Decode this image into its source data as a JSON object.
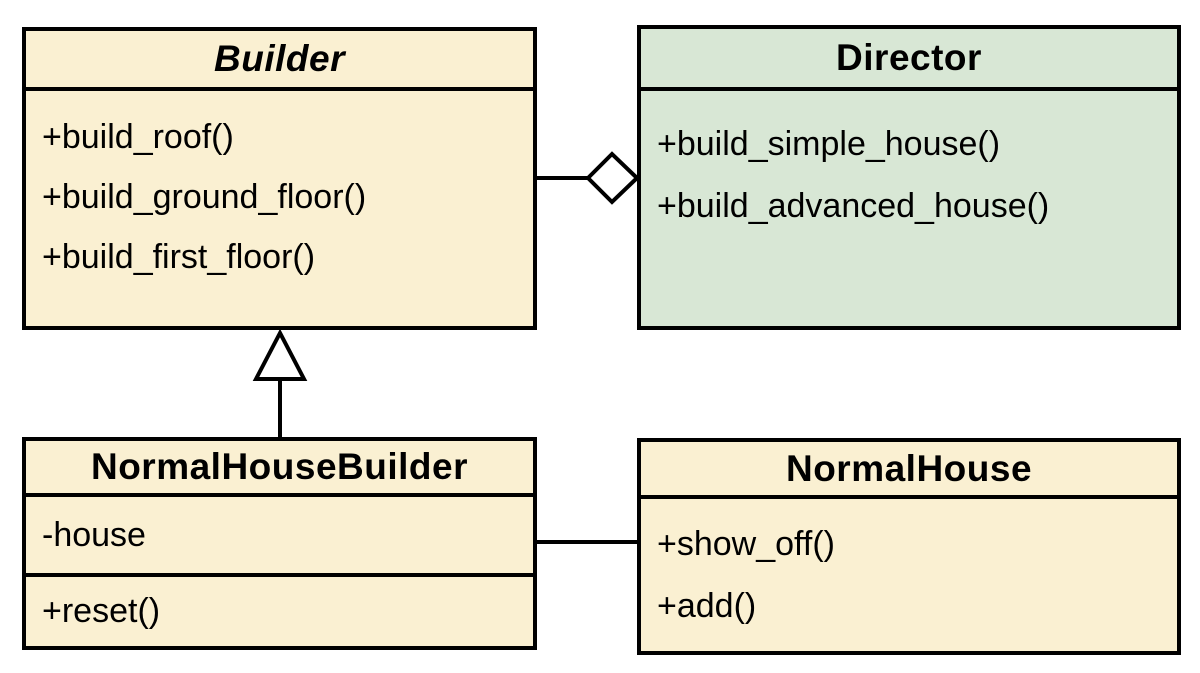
{
  "diagram": {
    "kind": "uml-class-diagram",
    "pattern": "Builder",
    "colors": {
      "stroke": "#000000",
      "cream_fill": "#FAF0D2",
      "green_fill": "#D8E7D5",
      "background": "#FFFFFF",
      "text": "#000000"
    },
    "classes": [
      {
        "name": "Builder",
        "abstract": true,
        "fill": "#FAF0D2",
        "attributes": [],
        "methods": [
          "+build_roof()",
          "+build_ground_floor()",
          "+build_first_floor()"
        ]
      },
      {
        "name": "Director",
        "abstract": false,
        "fill": "#D8E7D5",
        "attributes": [],
        "methods": [
          "+build_simple_house()",
          "+build_advanced_house()"
        ]
      },
      {
        "name": "NormalHouseBuilder",
        "abstract": false,
        "fill": "#FAF0D2",
        "attributes": [
          "-house"
        ],
        "methods": [
          "+reset()"
        ]
      },
      {
        "name": "NormalHouse",
        "abstract": false,
        "fill": "#FAF0D2",
        "attributes": [],
        "methods": [
          "+show_off()",
          "+add()"
        ]
      }
    ],
    "relationships": [
      {
        "type": "aggregation",
        "from": "Builder",
        "to": "Director",
        "marker": "open-diamond-at-director"
      },
      {
        "type": "inheritance",
        "from": "NormalHouseBuilder",
        "to": "Builder",
        "marker": "hollow-triangle-at-builder"
      },
      {
        "type": "association",
        "from": "NormalHouseBuilder",
        "to": "NormalHouse",
        "marker": "none"
      }
    ]
  }
}
